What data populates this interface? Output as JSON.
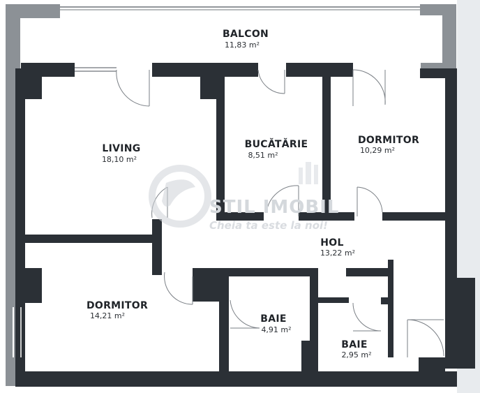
{
  "rooms": [
    {
      "id": "balcon",
      "name": "BALCON",
      "area": "11,83 m²"
    },
    {
      "id": "living",
      "name": "LIVING",
      "area": "18,10 m²"
    },
    {
      "id": "bucatarie",
      "name": "BUCĂTĂRIE",
      "area": "8,51 m²"
    },
    {
      "id": "dormitor1",
      "name": "DORMITOR",
      "area": "10,29 m²"
    },
    {
      "id": "hol",
      "name": "HOL",
      "area": "13,22 m²"
    },
    {
      "id": "dormitor2",
      "name": "DORMITOR",
      "area": "14,21 m²"
    },
    {
      "id": "baie1",
      "name": "BAIE",
      "area": "4,91 m²"
    },
    {
      "id": "baie2",
      "name": "BAIE",
      "area": "2,95 m²"
    }
  ],
  "watermark": {
    "brand": "STIL IMOBIL",
    "slogan": "Cheia ta este la noi!"
  },
  "colors": {
    "wall": "#2b3036",
    "wall_light": "#8c9196",
    "floor": "#ffffff",
    "right_strip": "#e8ebee"
  }
}
